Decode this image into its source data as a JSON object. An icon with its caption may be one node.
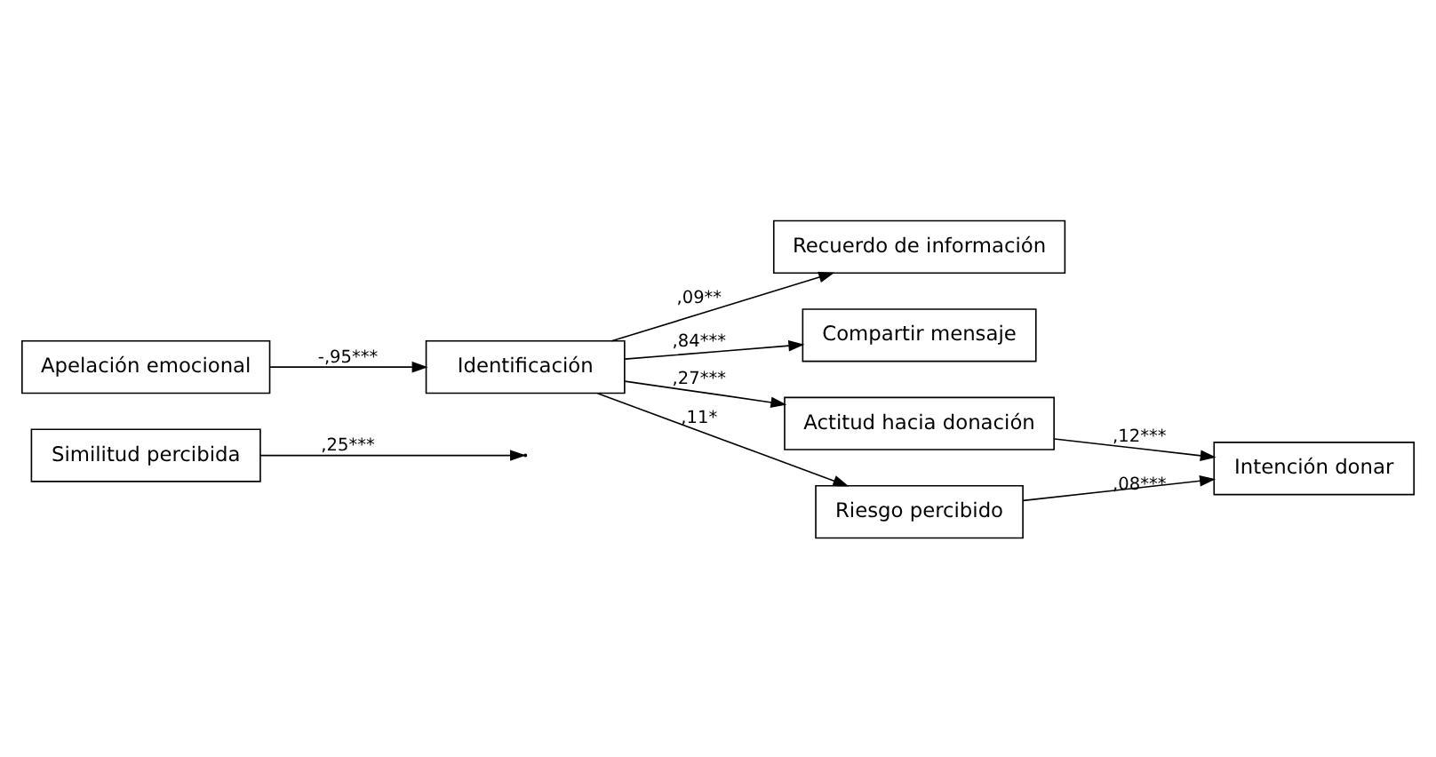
{
  "diagram": {
    "nodes": [
      {
        "text": [
          "Similitud percibida"
        ]
      },
      {
        "text": [
          "Apelación emocional"
        ]
      },
      {
        "text": [
          "Identificación"
        ]
      },
      {
        "text": [
          "Recuerdo de información"
        ]
      },
      {
        "text": [
          "Compartir mensaje"
        ]
      },
      {
        "text": [
          "Actitud hacia donación"
        ]
      },
      {
        "text": [
          "Riesgo percibido"
        ]
      },
      {
        "text": [
          "Intención donar"
        ]
      }
    ],
    "edges": [
      {
        "from": 1,
        "to": 2,
        "arrow": "to",
        "label": "-,95***"
      },
      {
        "from": 0,
        "to": null,
        "arrow": "to",
        "label": ",25***"
      },
      {
        "from": 2,
        "to": 3,
        "arrow": "to",
        "label": ",09**"
      },
      {
        "from": 2,
        "to": 4,
        "arrow": "to",
        "label": ",84***"
      },
      {
        "from": 2,
        "to": 5,
        "arrow": "to",
        "label": ",27***"
      },
      {
        "from": 2,
        "to": 6,
        "arrow": "to",
        "label": ",11*"
      },
      {
        "from": 5,
        "to": 7,
        "arrow": "to",
        "label": ",12***"
      },
      {
        "from": 6,
        "to": 7,
        "arrow": "to",
        "label": ",08***"
      }
    ]
  }
}
